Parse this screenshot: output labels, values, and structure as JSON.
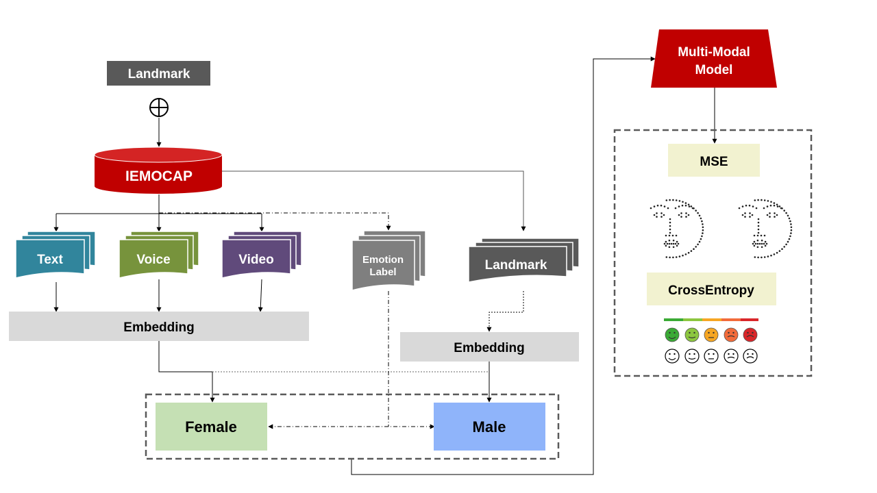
{
  "landmark_top": "Landmark",
  "combine_symbol": "⊕",
  "database": "IEMOCAP",
  "modalities": [
    {
      "label": "Text",
      "color": "#31859c"
    },
    {
      "label": "Voice",
      "color": "#77933c"
    },
    {
      "label": "Video",
      "color": "#604a7b"
    }
  ],
  "emotion_label": {
    "line1": "Emotion",
    "line2": "Label",
    "color": "#7f7f7f"
  },
  "landmark_right": {
    "label": "Landmark",
    "color": "#595959"
  },
  "embedding_left": "Embedding",
  "embedding_right": "Embedding",
  "female": "Female",
  "male": "Male",
  "model": {
    "line1": "Multi-Modal",
    "line2": "Model",
    "color": "#c00000"
  },
  "loss_mse": "MSE",
  "loss_ce": "CrossEntropy",
  "colors": {
    "landmark_box": "#595959",
    "database": "#c00000",
    "embedding": "#d9d9d9",
    "female": "#c5e0b4",
    "male": "#8fb4fa",
    "loss_box": "#f2f2d0",
    "emoji_row": [
      "#3aaa35",
      "#8cc63f",
      "#f6a623",
      "#f26b3a",
      "#d9262a"
    ]
  }
}
